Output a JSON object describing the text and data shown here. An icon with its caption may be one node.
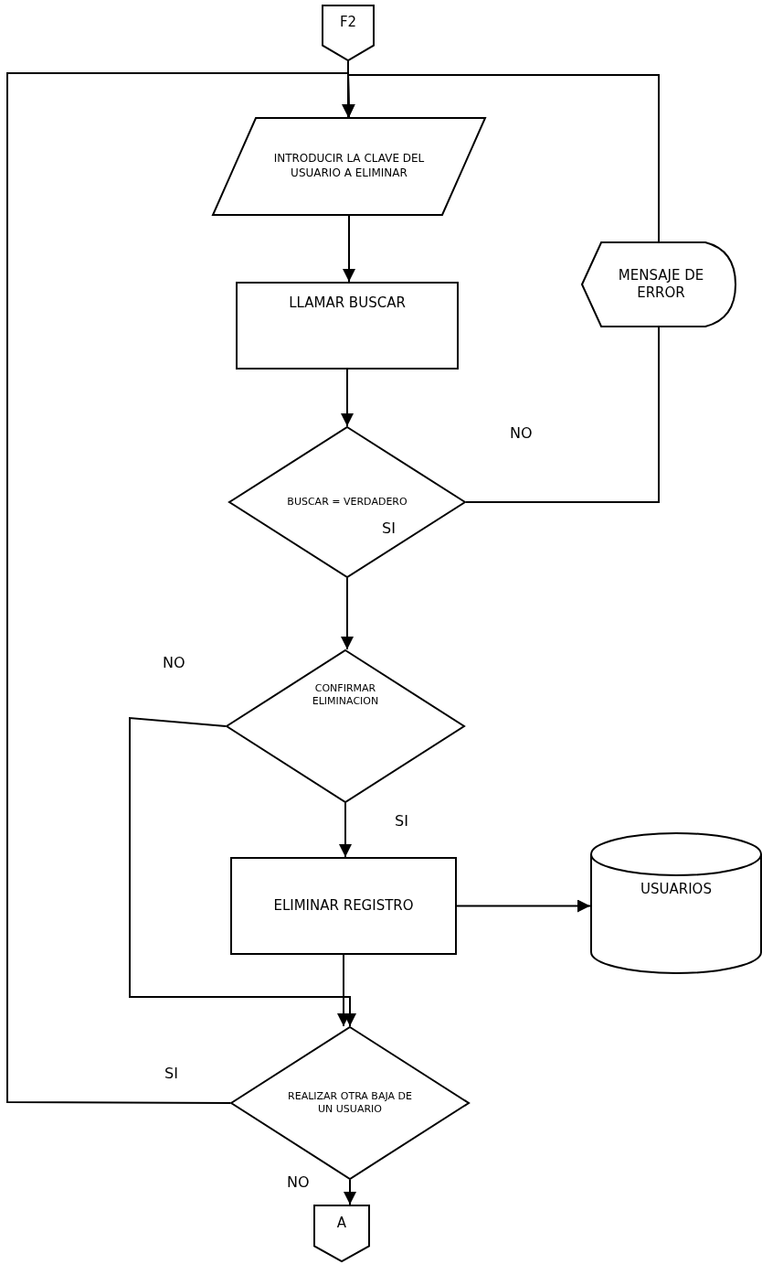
{
  "diagram": {
    "nodes": [
      {
        "text": [
          "F2"
        ]
      },
      {
        "text": [
          "INTRODUCIR LA CLAVE DEL USUARIO A ELIMINAR"
        ]
      },
      {
        "text": [
          "LLAMAR BUSCAR"
        ]
      },
      {
        "text": [
          "BUSCAR = VERDADERO"
        ]
      },
      {
        "text": [
          "MENSAJE DE ERROR"
        ]
      },
      {
        "text": [
          "CONFIRMAR ELIMINACION"
        ]
      },
      {
        "text": [
          "ELIMINAR REGISTRO"
        ]
      },
      {
        "text": [
          "USUARIOS"
        ]
      },
      {
        "text": [
          "REALIZAR OTRA BAJA DE UN USUARIO"
        ]
      },
      {
        "text": [
          "A"
        ]
      }
    ],
    "edges": [
      {
        "from": 0,
        "to": 1,
        "arrow": "to"
      },
      {
        "from": 1,
        "to": 2,
        "arrow": "to"
      },
      {
        "from": 2,
        "to": 3,
        "arrow": "to"
      },
      {
        "from": 3,
        "to": 4,
        "label": "NO",
        "arrow": "none"
      },
      {
        "from": 4,
        "to": 1,
        "arrow": "to"
      },
      {
        "from": 3,
        "to": 5,
        "label": "SI",
        "arrow": "to"
      },
      {
        "from": 5,
        "to": 8,
        "label": "NO",
        "arrow": "to"
      },
      {
        "from": 5,
        "to": 6,
        "label": "SI",
        "arrow": "to"
      },
      {
        "from": 6,
        "to": 7,
        "arrow": "to"
      },
      {
        "from": 6,
        "to": 8,
        "arrow": "to"
      },
      {
        "from": 8,
        "to": 1,
        "label": "SI",
        "arrow": "to"
      },
      {
        "from": 8,
        "to": 9,
        "label": "NO",
        "arrow": "to"
      }
    ]
  }
}
